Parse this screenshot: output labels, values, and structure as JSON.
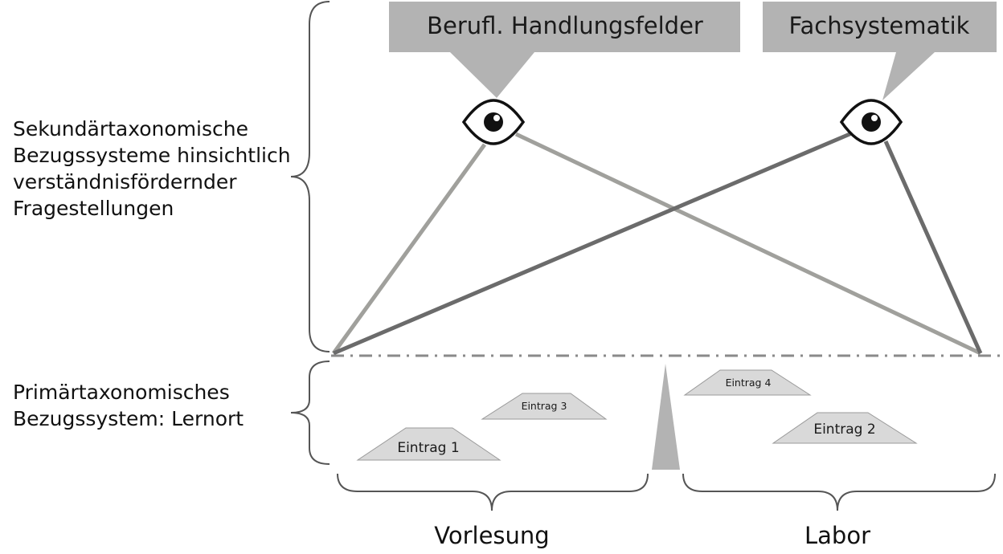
{
  "callouts": {
    "left": "Berufl. Handlungsfelder",
    "right": "Fachsystematik"
  },
  "labels": {
    "secondary": [
      "Sekundärtaxonomische",
      "Bezugssysteme hinsichtlich",
      "verständnisfördernder",
      "Fragestellungen"
    ],
    "primary": [
      "Primärtaxonomisches",
      "Bezugssystem: Lernort"
    ]
  },
  "entries": {
    "e1": "Eintrag 1",
    "e2": "Eintrag 2",
    "e3": "Eintrag 3",
    "e4": "Eintrag 4"
  },
  "locations": {
    "left": "Vorlesung",
    "right": "Labor"
  },
  "icons": {
    "left_eye": "eye-icon",
    "right_eye": "eye-icon"
  },
  "colors": {
    "callout_fill": "#b3b3b3",
    "line_light": "#a0a09c",
    "line_dark": "#6b6b6b",
    "entry_fill": "#d9d9d9",
    "brace": "#555555"
  }
}
